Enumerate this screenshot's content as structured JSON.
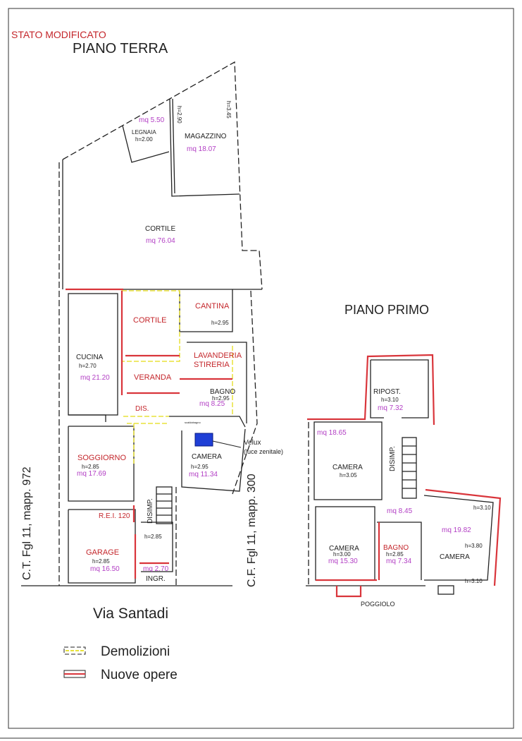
{
  "header": {
    "status": "STATO MODIFICATO"
  },
  "ground_floor": {
    "title": "PIANO TERRA",
    "rooms": {
      "legnaia": {
        "name": "LEGNAIA",
        "height": "h=2.00",
        "area": "mq 5.50"
      },
      "magazzino": {
        "name": "MAGAZZINO",
        "area": "mq 18.07",
        "height_left": "h=2.90",
        "height_right": "h=3.45"
      },
      "cortile_ext": {
        "name": "CORTILE",
        "area": "mq 76.04"
      },
      "cortile_int": {
        "name": "CORTILE"
      },
      "cantina": {
        "name": "CANTINA",
        "height": "h=2.95"
      },
      "lavanderia": {
        "name_1": "LAVANDERIA",
        "name_2": "STIRERIA"
      },
      "cucina": {
        "name": "CUCINA",
        "height": "h=2.70",
        "area": "mq 21.20"
      },
      "veranda": {
        "name": "VERANDA"
      },
      "bagno": {
        "name": "BAGNO",
        "height": "h=2.95",
        "area": "mq 8.25"
      },
      "dis": {
        "name": "DIS."
      },
      "soggiorno": {
        "name": "SOGGIORNO",
        "height": "h=2.85",
        "area": "mq 17.69"
      },
      "camera": {
        "name": "CAMERA",
        "height": "h=2.95",
        "area": "mq 11.34"
      },
      "disimp": {
        "name": "DISIMP.",
        "height": "h=2.85"
      },
      "garage": {
        "name": "GARAGE",
        "height": "h=2.85",
        "area": "mq 16.50",
        "rei": "R.E.I. 120"
      },
      "ingr": {
        "name": "INGR.",
        "area": "mq 2.70"
      }
    },
    "velux": {
      "line1": "Velux",
      "line2": "(luce zenitale)",
      "color": "#1f3fd6"
    },
    "small_label": "scaldabagno",
    "left_cadastral": "C.T. Fgl  11, mapp. 972",
    "right_cadastral": "C.F. Fgl  11, mapp. 300",
    "street": "Via Santadi"
  },
  "first_floor": {
    "title": "PIANO PRIMO",
    "rooms": {
      "ripost": {
        "name": "RIPOST.",
        "height": "h=3.10",
        "area": "mq 7.32"
      },
      "camera_nw": {
        "name": "CAMERA",
        "height": "h=3.05",
        "area": "mq 18.65"
      },
      "disimp": {
        "name": "DISIMP.",
        "area": "mq 8.45"
      },
      "camera_sw": {
        "name": "CAMERA",
        "height": "h=3.00",
        "area": "mq  15.30"
      },
      "bagno": {
        "name": "BAGNO",
        "height": "h=2.85",
        "area": "mq 7.34"
      },
      "camera_e": {
        "name": "CAMERA",
        "area": "mq 19.82",
        "height_1": "h=3.10",
        "height_2": "h=3.80",
        "height_3": "h=3.10"
      }
    },
    "poggiolo": "POGGIOLO"
  },
  "legend": {
    "items": [
      {
        "label": "Demolizioni",
        "color": "#e8e23a"
      },
      {
        "label": "Nuove opere",
        "color": "#d9353b"
      }
    ]
  },
  "colors": {
    "new_works": "#d9353b",
    "demolitions": "#e8e23a",
    "area_text": "#b23ec4",
    "red_label": "#c4262b"
  }
}
